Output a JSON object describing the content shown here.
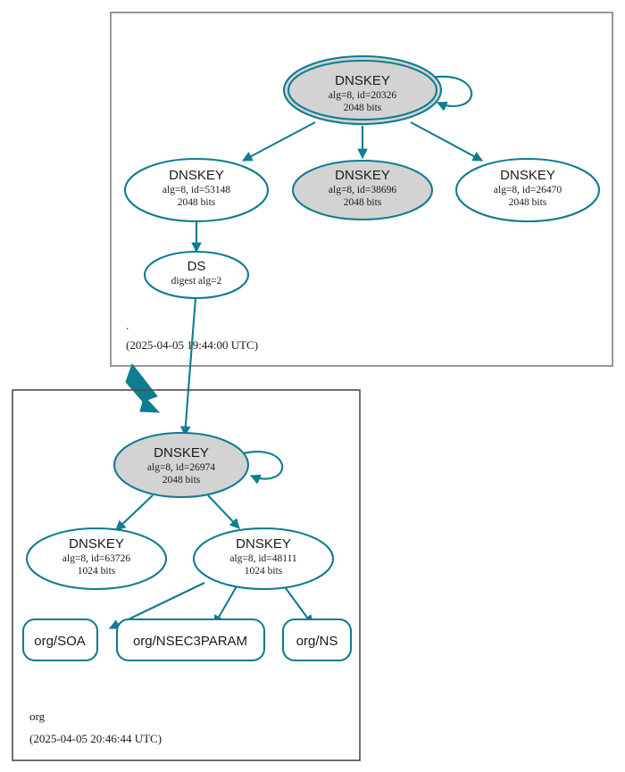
{
  "diagram": {
    "type": "dnssec-chain-of-trust",
    "colors": {
      "edge": "#0e7c91",
      "node_stroke": "#0e7c91",
      "node_fill_secure": "#d3d3d3",
      "node_fill_plain": "#ffffff",
      "cluster_border": "#4d4d4d",
      "text": "#1a1a1a"
    }
  },
  "zones": [
    {
      "id": "root",
      "name": ".",
      "timestamp": "(2025-04-05 19:44:00 UTC)"
    },
    {
      "id": "org",
      "name": "org",
      "timestamp": "(2025-04-05 20:46:44 UTC)"
    }
  ],
  "nodes": {
    "root_ksk": {
      "title": "DNSKEY",
      "params": "alg=8, id=20326",
      "size": "2048 bits"
    },
    "root_zsk_53148": {
      "title": "DNSKEY",
      "params": "alg=8, id=53148",
      "size": "2048 bits"
    },
    "root_zsk_38696": {
      "title": "DNSKEY",
      "params": "alg=8, id=38696",
      "size": "2048 bits"
    },
    "root_zsk_26470": {
      "title": "DNSKEY",
      "params": "alg=8, id=26470",
      "size": "2048 bits"
    },
    "root_ds": {
      "title": "DS",
      "params": "digest alg=2"
    },
    "org_ksk": {
      "title": "DNSKEY",
      "params": "alg=8, id=26974",
      "size": "2048 bits"
    },
    "org_zsk_63726": {
      "title": "DNSKEY",
      "params": "alg=8, id=63726",
      "size": "1024 bits"
    },
    "org_zsk_48111": {
      "title": "DNSKEY",
      "params": "alg=8, id=48111",
      "size": "1024 bits"
    },
    "org_soa": {
      "label": "org/SOA"
    },
    "org_nsec3param": {
      "label": "org/NSEC3PARAM"
    },
    "org_ns": {
      "label": "org/NS"
    }
  }
}
